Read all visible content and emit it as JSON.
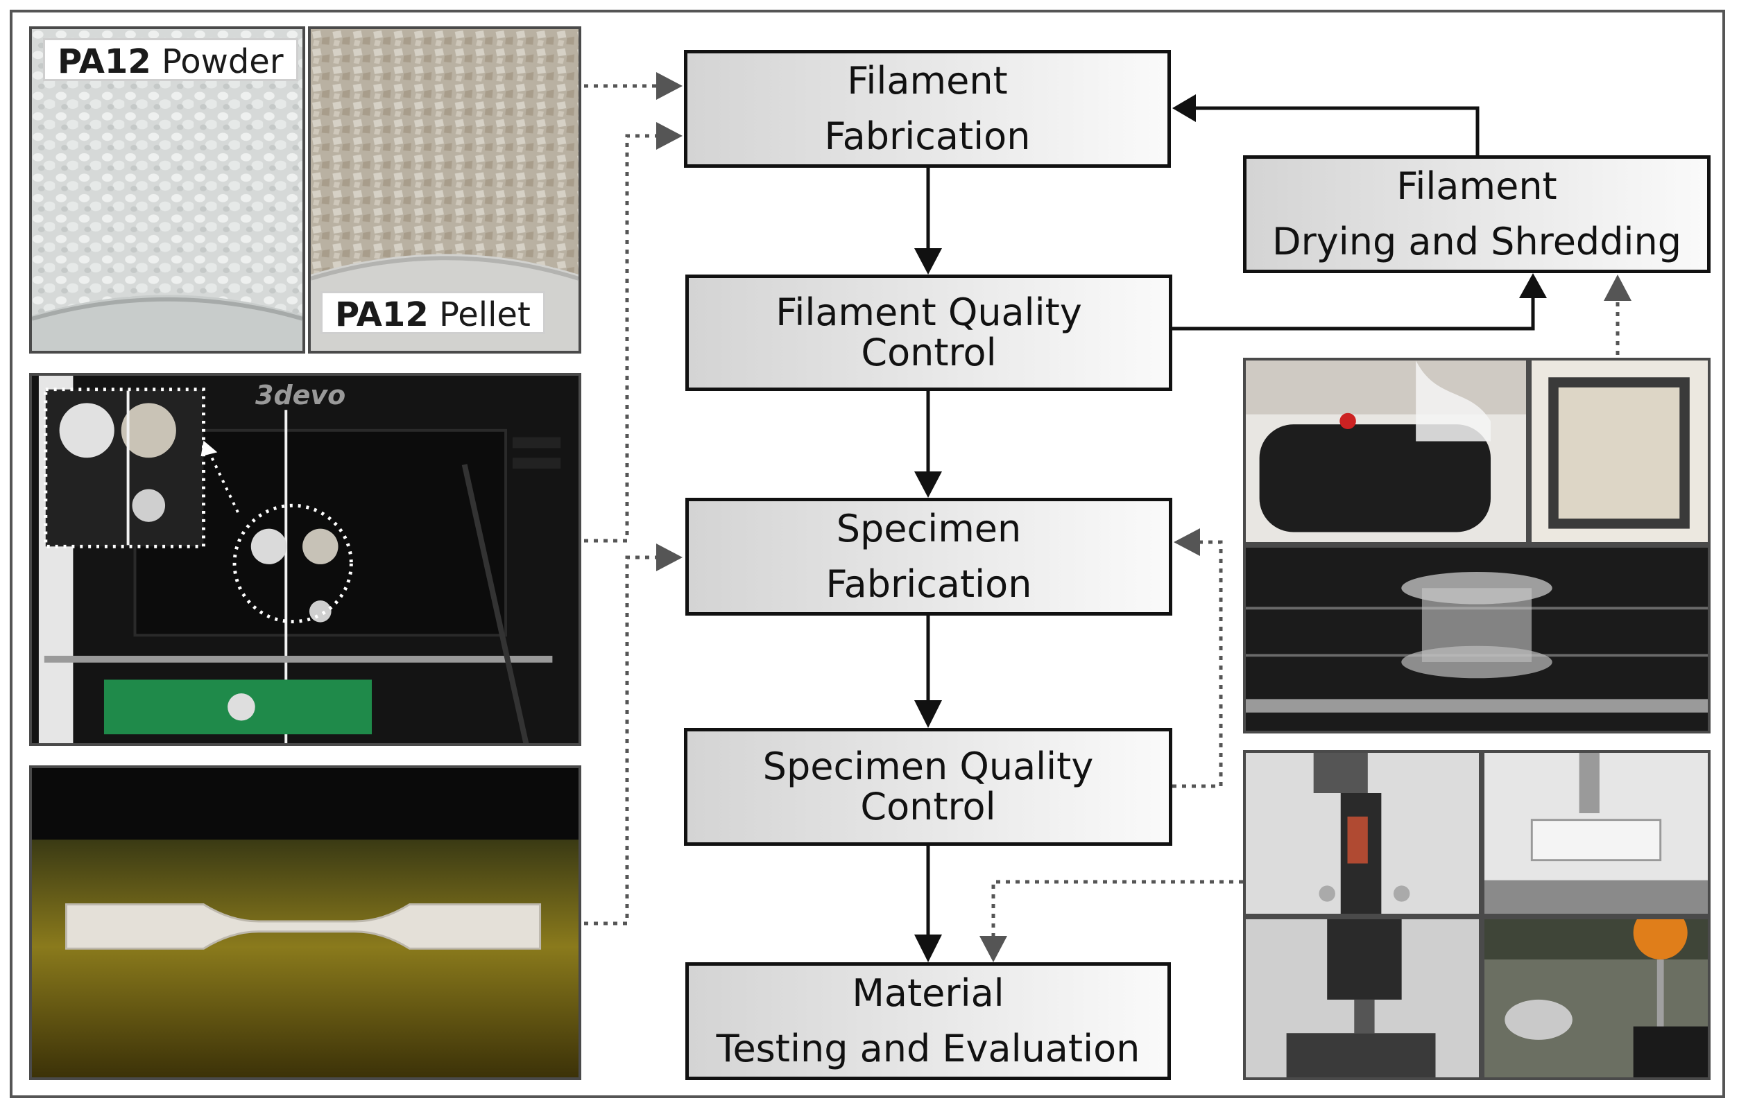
{
  "photos": {
    "powder": {
      "bold": "PA12",
      "rest": " Powder"
    },
    "pellet": {
      "bold": "PA12",
      "rest": " Pellet"
    },
    "extruder": {
      "brand": "3devo"
    }
  },
  "flow": {
    "filament_fabrication": [
      "Filament",
      "Fabrication"
    ],
    "filament_qc": [
      "Filament Quality",
      "Control"
    ],
    "specimen_fabrication": [
      "Specimen",
      "Fabrication"
    ],
    "specimen_qc": [
      "Specimen Quality",
      "Control"
    ],
    "material_testing": [
      "Material",
      "Testing and Evaluation"
    ],
    "drying_shredding": [
      "Filament",
      "Drying and Shredding"
    ]
  },
  "colors": {
    "box_border": "#111111",
    "frame": "#555555",
    "dotted_arrow": "#555555",
    "machine_green": "#1f8a4a"
  }
}
